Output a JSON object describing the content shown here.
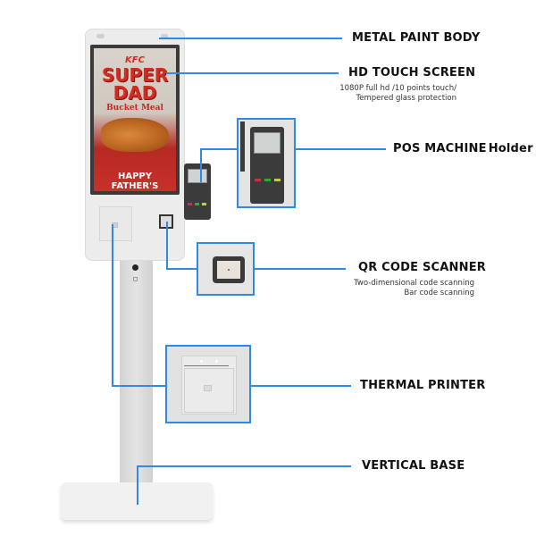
{
  "product": {
    "screen_ad": {
      "brand": "KFC",
      "headline_1": "SUPER",
      "headline_2": "DAD",
      "subtitle": "Bucket Meal",
      "footer_1": "HAPPY",
      "footer_2": "FATHER'S"
    }
  },
  "callouts": [
    {
      "id": "metal-paint-body",
      "title": "METAL PAINT BODY"
    },
    {
      "id": "hd-touch-screen",
      "title": "HD TOUCH SCREEN",
      "desc_1": "1080P full hd /10 points touch/",
      "desc_2": "Tempered glass protection"
    },
    {
      "id": "pos-machine-holder",
      "title_a": "POS MACHINE",
      "title_b": "Holder"
    },
    {
      "id": "qr-code-scanner",
      "title": "QR CODE SCANNER",
      "desc_1": "Two-dimensional code scanning",
      "desc_2": "Bar code scanning"
    },
    {
      "id": "thermal-printer",
      "title": "THERMAL PRINTER"
    },
    {
      "id": "vertical-base",
      "title": "VERTICAL BASE"
    }
  ],
  "colors": {
    "leader_line": "#2e8ae6",
    "ad_red": "#d42a20"
  }
}
